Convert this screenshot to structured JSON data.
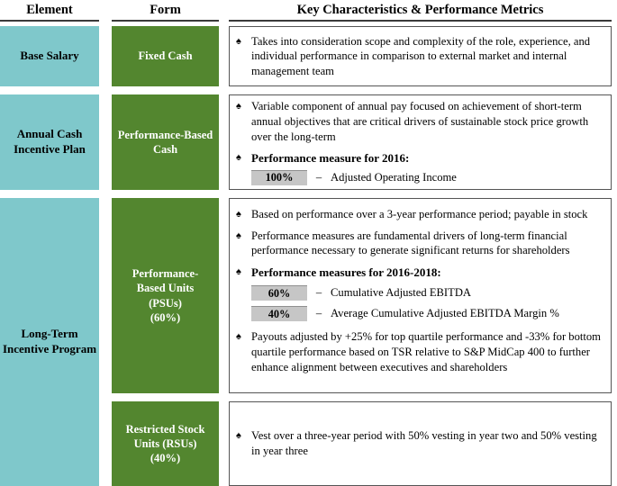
{
  "headers": {
    "element": "Element",
    "form": "Form",
    "key": "Key Characteristics & Performance Metrics"
  },
  "colors": {
    "element_bg": "#7fc8cb",
    "form_bg": "#53862f",
    "badge_bg": "#c6c6c6",
    "border": "#555555"
  },
  "icons": {
    "bullet": "♠"
  },
  "rows": [
    {
      "element": "Base Salary",
      "form": "Fixed Cash",
      "bullets": [
        "Takes into consideration scope and complexity of the role, experience, and individual performance in comparison to external market and internal management team"
      ]
    },
    {
      "element": "Annual Cash Incentive Plan",
      "form": "Performance-Based Cash",
      "bullets": [
        "Variable component of annual pay focused on achievement of short-term annual objectives that are critical drivers of sustainable stock price growth over the long-term"
      ],
      "measures_heading": "Performance measure for 2016:",
      "measures": [
        {
          "weight": "100%",
          "dash": "–",
          "label": "Adjusted Operating Income"
        }
      ]
    },
    {
      "element": "Long-Term Incentive Program",
      "form": "Performance-Based Units (PSUs) (60%)",
      "form_lines": [
        "Performance-",
        "Based Units",
        "(PSUs)",
        "(60%)"
      ],
      "bullets": [
        "Based on performance over a 3-year performance period; payable in stock",
        "Performance measures are fundamental drivers of long-term financial performance necessary to generate significant returns for shareholders"
      ],
      "measures_heading": "Performance measures for 2016-2018:",
      "measures": [
        {
          "weight": "60%",
          "dash": "–",
          "label": "Cumulative Adjusted EBITDA"
        },
        {
          "weight": "40%",
          "dash": "–",
          "label": "Average Cumulative Adjusted EBITDA Margin %"
        }
      ],
      "bullets_after": [
        "Payouts adjusted by +25% for top quartile performance and -33% for bottom quartile performance based on TSR relative to S&P MidCap 400 to further enhance alignment between executives and shareholders"
      ]
    },
    {
      "element": "",
      "form": "Restricted Stock Units (RSUs) (40%)",
      "form_lines": [
        "Restricted Stock",
        "Units (RSUs)",
        "(40%)"
      ],
      "bullets": [
        "Vest over a three-year period with 50% vesting in year two and 50% vesting in year three"
      ]
    }
  ]
}
